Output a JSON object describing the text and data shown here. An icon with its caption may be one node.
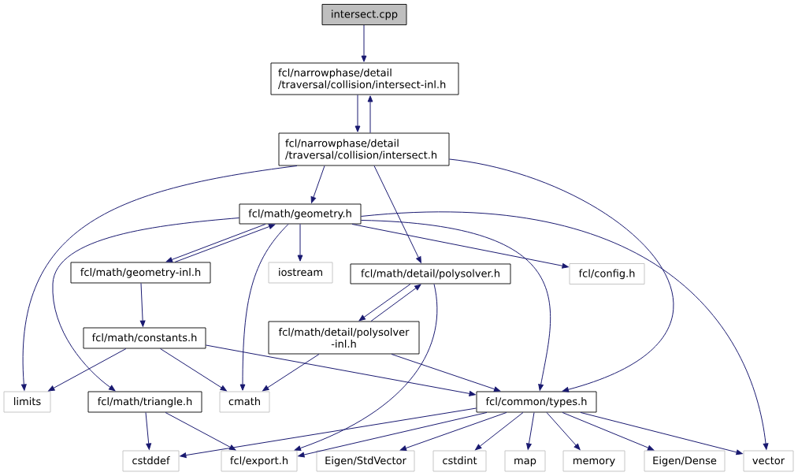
{
  "diagram": {
    "nodes": [
      {
        "text": [
          "intersect.cpp"
        ]
      },
      {
        "text": [
          "fcl/narrowphase/detail /traversal/collision/intersect-inl.h"
        ]
      },
      {
        "text": [
          "fcl/narrowphase/detail /traversal/collision/intersect.h"
        ]
      },
      {
        "text": [
          "fcl/math/geometry.h"
        ]
      },
      {
        "text": [
          "fcl/math/geometry-inl.h"
        ]
      },
      {
        "text": [
          "iostream"
        ]
      },
      {
        "text": [
          "fcl/math/detail/polysolver.h"
        ]
      },
      {
        "text": [
          "fcl/config.h"
        ]
      },
      {
        "text": [
          "fcl/math/constants.h"
        ]
      },
      {
        "text": [
          "fcl/math/detail/polysolver -inl.h"
        ]
      },
      {
        "text": [
          "limits"
        ]
      },
      {
        "text": [
          "fcl/math/triangle.h"
        ]
      },
      {
        "text": [
          "cmath"
        ]
      },
      {
        "text": [
          "fcl/common/types.h"
        ]
      },
      {
        "text": [
          "cstddef"
        ]
      },
      {
        "text": [
          "fcl/export.h"
        ]
      },
      {
        "text": [
          "Eigen/StdVector"
        ]
      },
      {
        "text": [
          "cstdint"
        ]
      },
      {
        "text": [
          "map"
        ]
      },
      {
        "text": [
          "memory"
        ]
      },
      {
        "text": [
          "Eigen/Dense"
        ]
      },
      {
        "text": [
          "vector"
        ]
      }
    ],
    "edges": [
      {
        "from": 0,
        "to": 1,
        "arrow": "to"
      },
      {
        "from": 1,
        "to": 2,
        "arrow": "to"
      },
      {
        "from": 2,
        "to": 1,
        "arrow": "to"
      },
      {
        "from": 2,
        "to": 10,
        "arrow": "to"
      },
      {
        "from": 2,
        "to": 3,
        "arrow": "to"
      },
      {
        "from": 2,
        "to": 6,
        "arrow": "to"
      },
      {
        "from": 2,
        "to": 13,
        "arrow": "to"
      },
      {
        "from": 3,
        "to": 4,
        "arrow": "to"
      },
      {
        "from": 4,
        "to": 3,
        "arrow": "to"
      },
      {
        "from": 3,
        "to": 5,
        "arrow": "to"
      },
      {
        "from": 3,
        "to": 7,
        "arrow": "to"
      },
      {
        "from": 3,
        "to": 11,
        "arrow": "to"
      },
      {
        "from": 3,
        "to": 12,
        "arrow": "to"
      },
      {
        "from": 3,
        "to": 13,
        "arrow": "to"
      },
      {
        "from": 3,
        "to": 21,
        "arrow": "to"
      },
      {
        "from": 4,
        "to": 8,
        "arrow": "to"
      },
      {
        "from": 6,
        "to": 9,
        "arrow": "to"
      },
      {
        "from": 9,
        "to": 6,
        "arrow": "to"
      },
      {
        "from": 6,
        "to": 15,
        "arrow": "to"
      },
      {
        "from": 8,
        "to": 10,
        "arrow": "to"
      },
      {
        "from": 8,
        "to": 12,
        "arrow": "to"
      },
      {
        "from": 8,
        "to": 13,
        "arrow": "to"
      },
      {
        "from": 9,
        "to": 12,
        "arrow": "to"
      },
      {
        "from": 9,
        "to": 13,
        "arrow": "to"
      },
      {
        "from": 11,
        "to": 14,
        "arrow": "to"
      },
      {
        "from": 11,
        "to": 15,
        "arrow": "to"
      },
      {
        "from": 13,
        "to": 14,
        "arrow": "to"
      },
      {
        "from": 13,
        "to": 15,
        "arrow": "to"
      },
      {
        "from": 13,
        "to": 16,
        "arrow": "to"
      },
      {
        "from": 13,
        "to": 17,
        "arrow": "to"
      },
      {
        "from": 13,
        "to": 18,
        "arrow": "to"
      },
      {
        "from": 13,
        "to": 19,
        "arrow": "to"
      },
      {
        "from": 13,
        "to": 20,
        "arrow": "to"
      },
      {
        "from": 13,
        "to": 21,
        "arrow": "to"
      }
    ]
  }
}
